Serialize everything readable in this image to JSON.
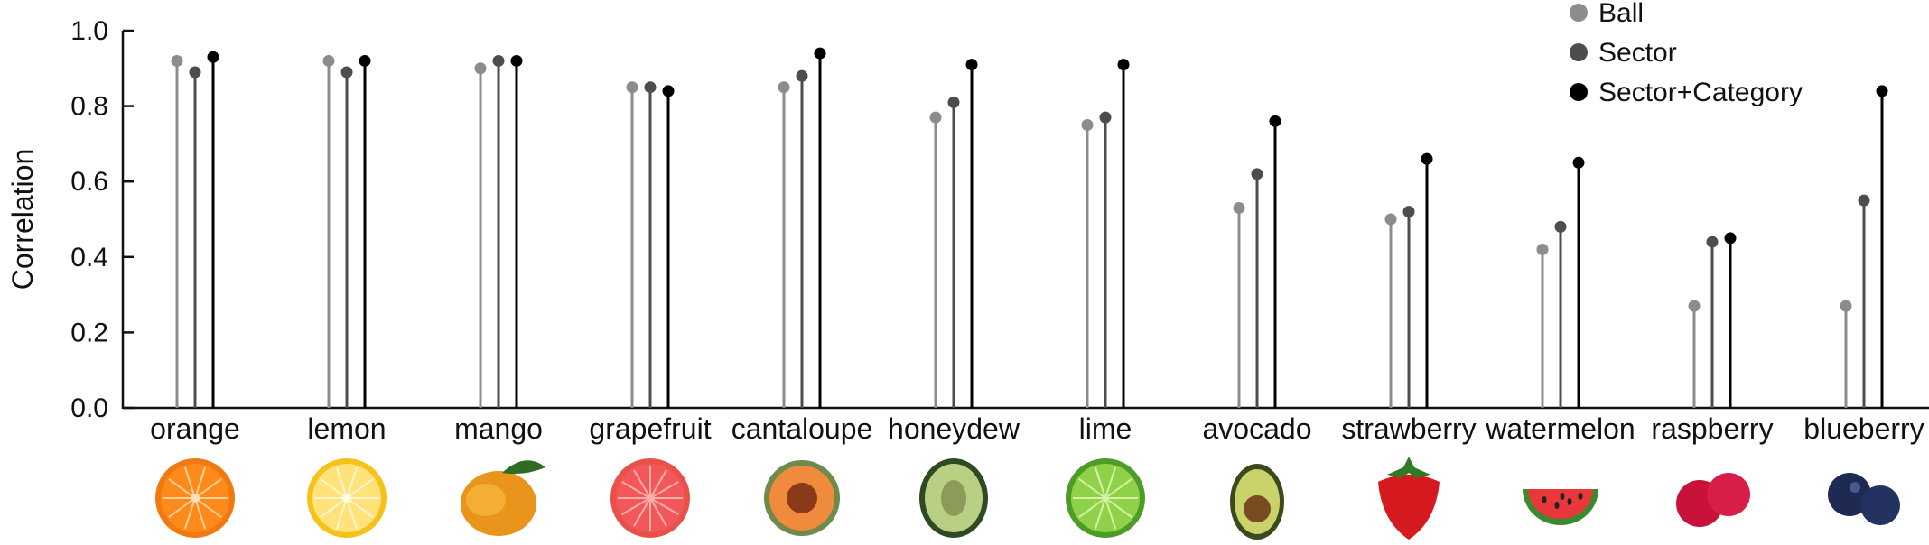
{
  "chart_data": {
    "type": "scatter",
    "style": "lollipop",
    "xlabel": "",
    "ylabel": "Correlation",
    "ylim": [
      0,
      1.0
    ],
    "yticks": [
      "0.0",
      "0.2",
      "0.4",
      "0.6",
      "0.8",
      "1.0"
    ],
    "grid": false,
    "legend_position": "top-right",
    "categories": [
      "orange",
      "lemon",
      "mango",
      "grapefruit",
      "cantaloupe",
      "honeydew",
      "lime",
      "avocado",
      "strawberry",
      "watermelon",
      "raspberry",
      "blueberry"
    ],
    "series": [
      {
        "name": "Ball",
        "color": "#8c8c8c",
        "values": [
          0.92,
          0.92,
          0.9,
          0.85,
          0.85,
          0.77,
          0.75,
          0.53,
          0.5,
          0.42,
          0.27,
          0.27
        ]
      },
      {
        "name": "Sector",
        "color": "#4d4d4d",
        "values": [
          0.89,
          0.89,
          0.92,
          0.85,
          0.88,
          0.81,
          0.77,
          0.62,
          0.52,
          0.48,
          0.44,
          0.55
        ]
      },
      {
        "name": "Sector+Category",
        "color": "#000000",
        "values": [
          0.93,
          0.92,
          0.92,
          0.84,
          0.94,
          0.91,
          0.91,
          0.76,
          0.66,
          0.65,
          0.45,
          0.84
        ]
      }
    ],
    "fruit_icons": [
      "orange-icon",
      "lemon-icon",
      "mango-icon",
      "grapefruit-icon",
      "cantaloupe-icon",
      "honeydew-icon",
      "lime-icon",
      "avocado-icon",
      "strawberry-icon",
      "watermelon-icon",
      "raspberry-icon",
      "blueberry-icon"
    ]
  }
}
